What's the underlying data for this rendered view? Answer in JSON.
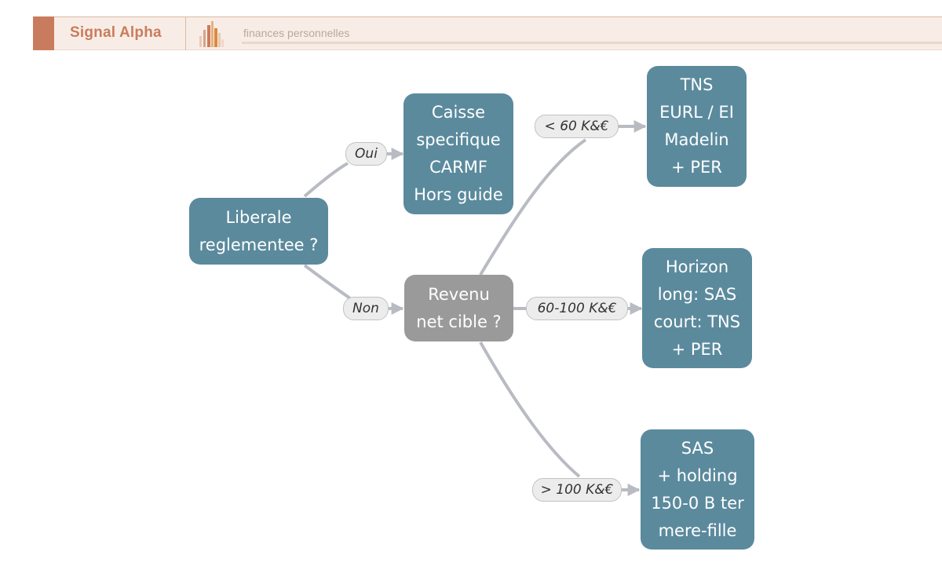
{
  "header": {
    "brand": "Signal Alpha",
    "subtitle": "finances personnelles"
  },
  "colors": {
    "node_decision": "#5b8a9d",
    "node_question": "#9a9a9a",
    "edge": "#b8bcc2",
    "brand_accent": "#c97c5d"
  },
  "nodes": {
    "liberale": [
      "Liberale",
      "reglementee ?"
    ],
    "caisse": [
      "Caisse",
      "specifique",
      "CARMF",
      "Hors guide"
    ],
    "revenu": [
      "Revenu",
      "net cible ?"
    ],
    "tns": [
      "TNS",
      "EURL / EI",
      "Madelin",
      "+ PER"
    ],
    "horizon": [
      "Horizon",
      "long: SAS",
      "court: TNS",
      "+ PER"
    ],
    "sas": [
      "SAS",
      "+ holding",
      "150-0 B ter",
      "mere-fille"
    ]
  },
  "edge_labels": {
    "oui": "Oui",
    "non": "Non",
    "lt60": "< 60 K&€",
    "mid": "60-100 K&€",
    "gt100": "> 100 K&€"
  }
}
